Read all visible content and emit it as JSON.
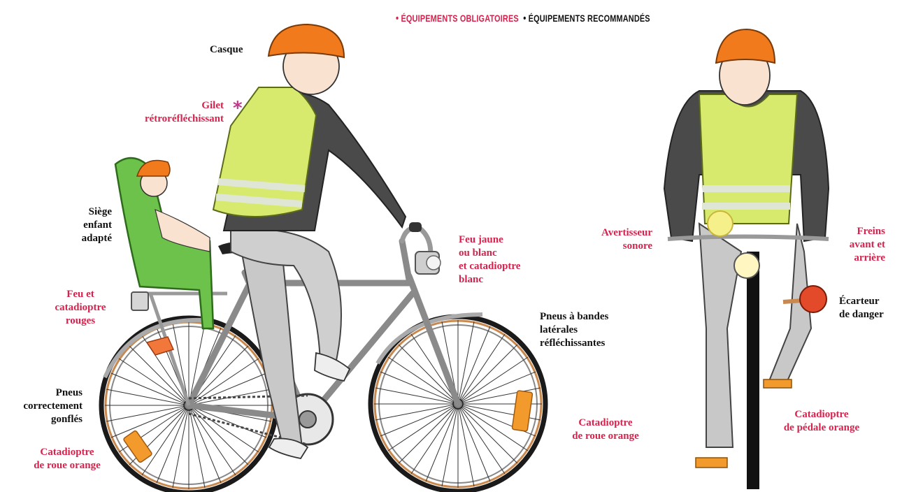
{
  "legend": {
    "mandatory": "ÉQUIPEMENTS OBLIGATOIRES",
    "recommended": "ÉQUIPEMENTS RECOMMANDÉS",
    "bullet": "•"
  },
  "asterisk": "*",
  "labels": {
    "casque": "Casque",
    "gilet": "Gilet\nrétroréfléchissant",
    "siege": "Siège\nenfant\nadapté",
    "feu_rouge": "Feu et\ncatadioptre\nrouges",
    "pneus_gonfles": "Pneus\ncorrectement\ngonflés",
    "catadioptre_roue_arriere": "Catadioptre\nde roue orange",
    "feu_avant": "Feu jaune\nou blanc\net catadioptre\nblanc",
    "pneus_bandes": "Pneus à bandes\nlatérales\nréfléchissantes",
    "catadioptre_roue_avant": "Catadioptre\nde roue orange",
    "avertisseur": "Avertisseur\nsonore",
    "freins": "Freins\navant et\narrière",
    "ecarteur": "Écarteur\nde danger",
    "catadioptre_pedale": "Catadioptre\nde pédale orange"
  },
  "colors": {
    "mandatory": "#d6224c",
    "recommended": "#111111",
    "vest": "#d8ea6e",
    "helmet": "#f07a1c",
    "child_seat": "#6cc24a",
    "reflector_orange": "#f39a2c",
    "tire_band": "#c8884e"
  }
}
